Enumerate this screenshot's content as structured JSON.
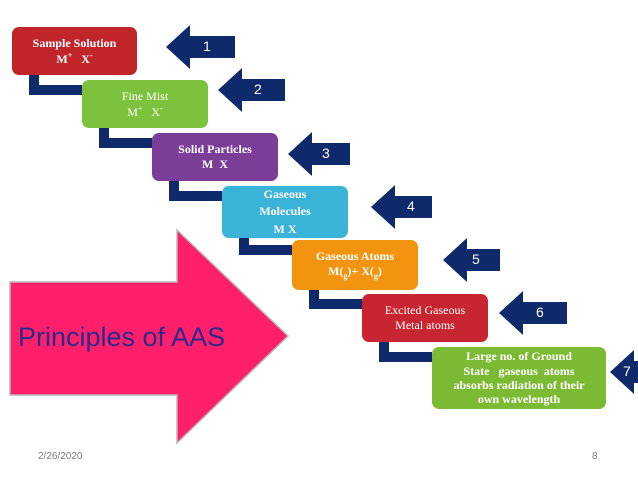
{
  "title": "Principles of AAS",
  "steps": [
    {
      "line1": "Sample Solution",
      "line2": "M",
      "sup2": "+",
      "line2b": "X",
      "sup2b": "-",
      "number": "1",
      "color": "#c0252a"
    },
    {
      "line1": "Fine Mist",
      "line2": "M",
      "sup2": "+",
      "line2b": "X",
      "sup2b": "-",
      "number": "2",
      "color": "#7cc23c"
    },
    {
      "line1": "Solid Particles",
      "line2": "M  X",
      "number": "3",
      "color": "#7a3e98"
    },
    {
      "line1": "Gaseous",
      "line2": "Molecules",
      "line3": "M X",
      "number": "4",
      "color": "#3ab3d8"
    },
    {
      "line1": "Gaseous Atoms",
      "m": "M(",
      "msub": "g",
      "mend": ")+ X(",
      "xsub": "g",
      "xend": ")",
      "number": "5",
      "color": "#f2940f"
    },
    {
      "line1": "Excited Gaseous",
      "line2": "Metal atoms",
      "number": "6",
      "color": "#c72530"
    },
    {
      "line1": "Large no. of Ground",
      "line2": "State   gaseous  atoms",
      "line3": "absorbs radiation of their",
      "line4": "own wavelength",
      "number": "7",
      "color": "#7cba34"
    }
  ],
  "footer": {
    "date": "2/26/2020",
    "page": "8"
  },
  "colors": {
    "arrow": "#0f2a6b",
    "big_arrow": "#ff1f6a",
    "title_text": "#2a2a8a"
  }
}
